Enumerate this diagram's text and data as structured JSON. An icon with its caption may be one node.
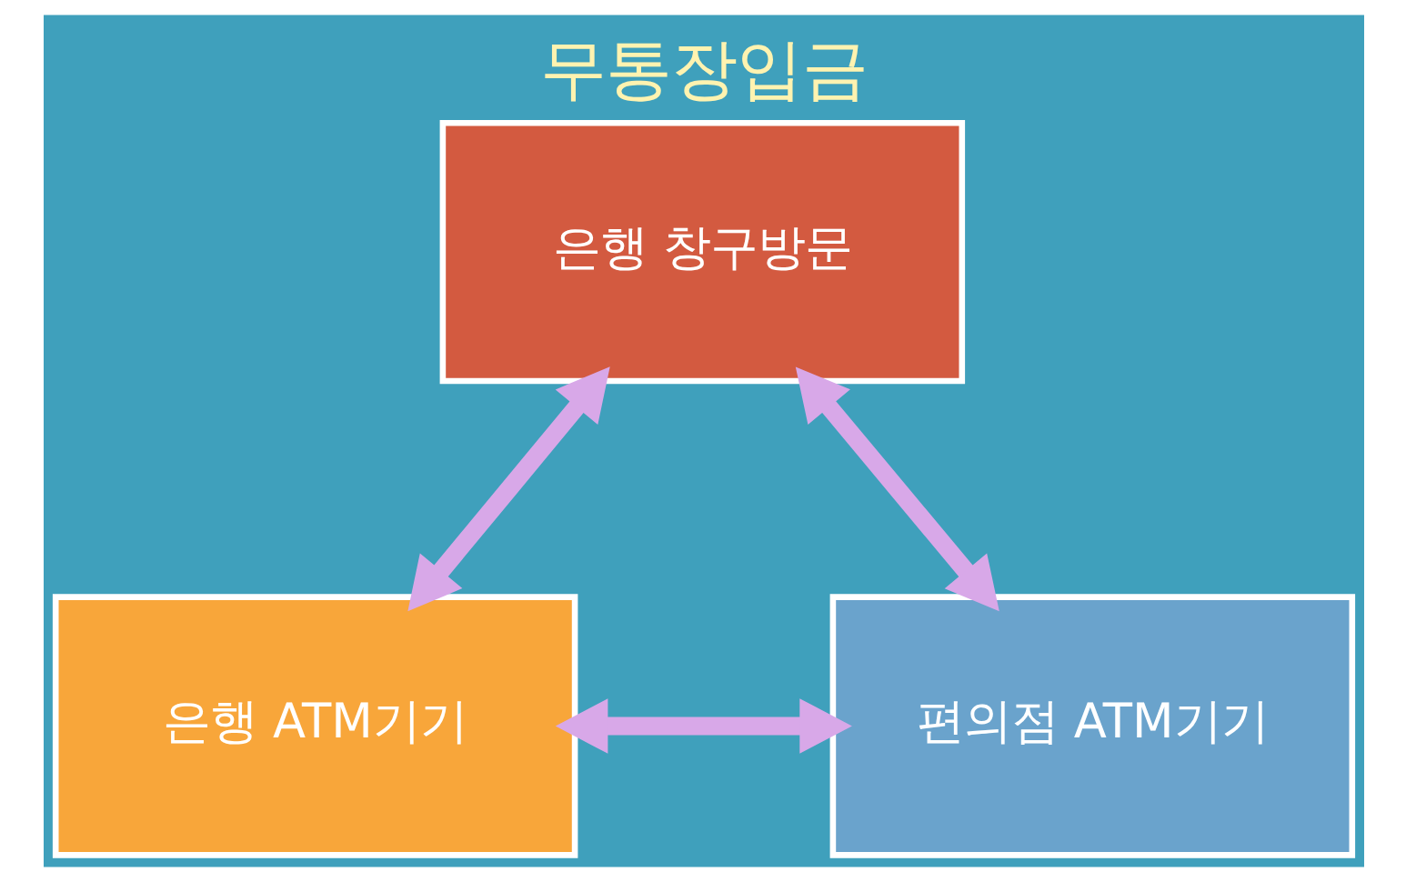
{
  "diagram": {
    "title": "무통장입금",
    "nodes": [
      {
        "text": [
          "은행 창구방문"
        ]
      },
      {
        "text": [
          "은행 ATM기기"
        ]
      },
      {
        "text": [
          "편의점 ATM기기"
        ]
      }
    ],
    "edges": [
      {
        "from": 0,
        "to": 1,
        "arrow": "both"
      },
      {
        "from": 0,
        "to": 2,
        "arrow": "both"
      },
      {
        "from": 1,
        "to": 2,
        "arrow": "both"
      }
    ]
  }
}
